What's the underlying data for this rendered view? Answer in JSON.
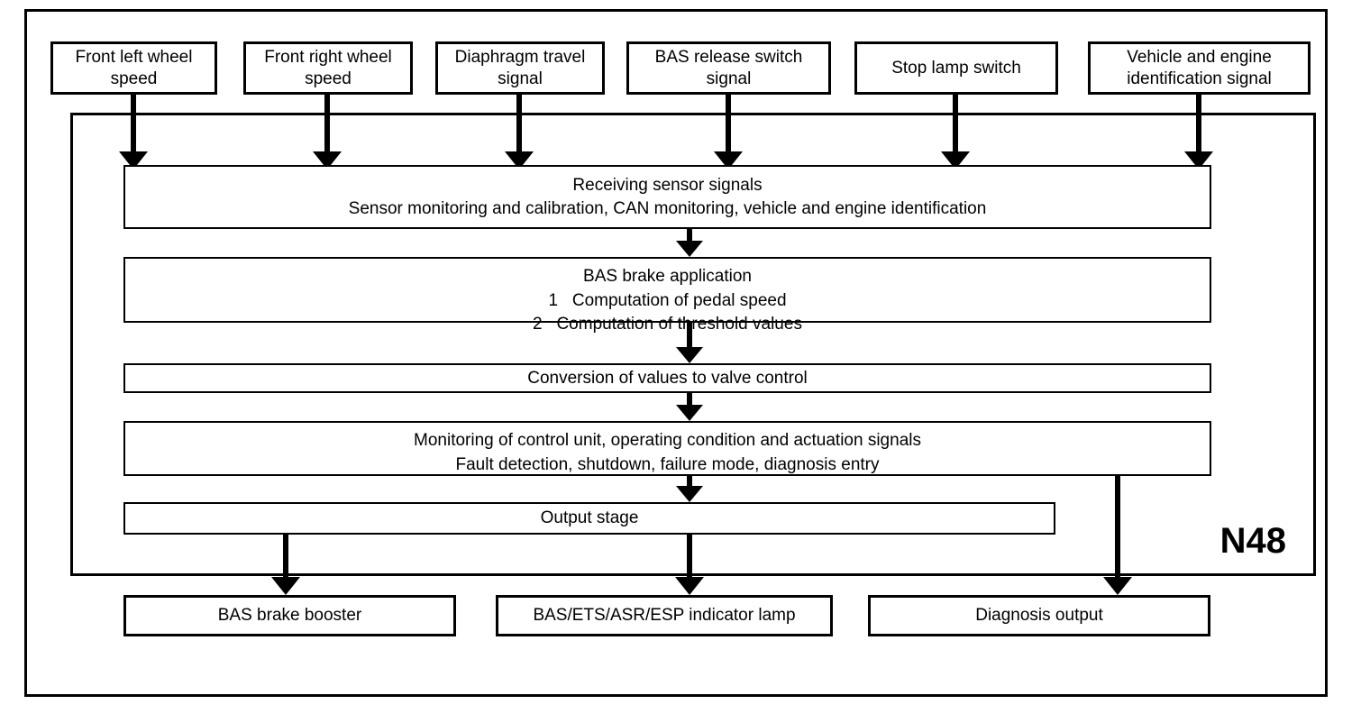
{
  "diagram": {
    "unit_label": "N48",
    "inputs": [
      "Front left wheel speed",
      "Front right wheel speed",
      "Diaphragm travel signal",
      "BAS release switch signal",
      "Stop lamp switch",
      "Vehicle and engine identification signal"
    ],
    "process_steps": [
      {
        "line1": "Receiving sensor signals",
        "line2": "Sensor monitoring and calibration, CAN monitoring, vehicle and engine identification"
      },
      {
        "line1": "BAS brake application",
        "line2": "1   Computation of pedal speed",
        "line3": "2   Computation of threshold values"
      },
      {
        "line1": "Conversion of values to valve control"
      },
      {
        "line1": "Monitoring of control unit, operating condition and actuation signals",
        "line2": "Fault detection, shutdown, failure mode, diagnosis entry"
      },
      {
        "line1": "Output stage"
      }
    ],
    "outputs": [
      "BAS brake booster",
      "BAS/ETS/ASR/ESP indicator lamp",
      "Diagnosis output"
    ],
    "colors": {
      "line": "#000000",
      "background": "#ffffff"
    }
  }
}
